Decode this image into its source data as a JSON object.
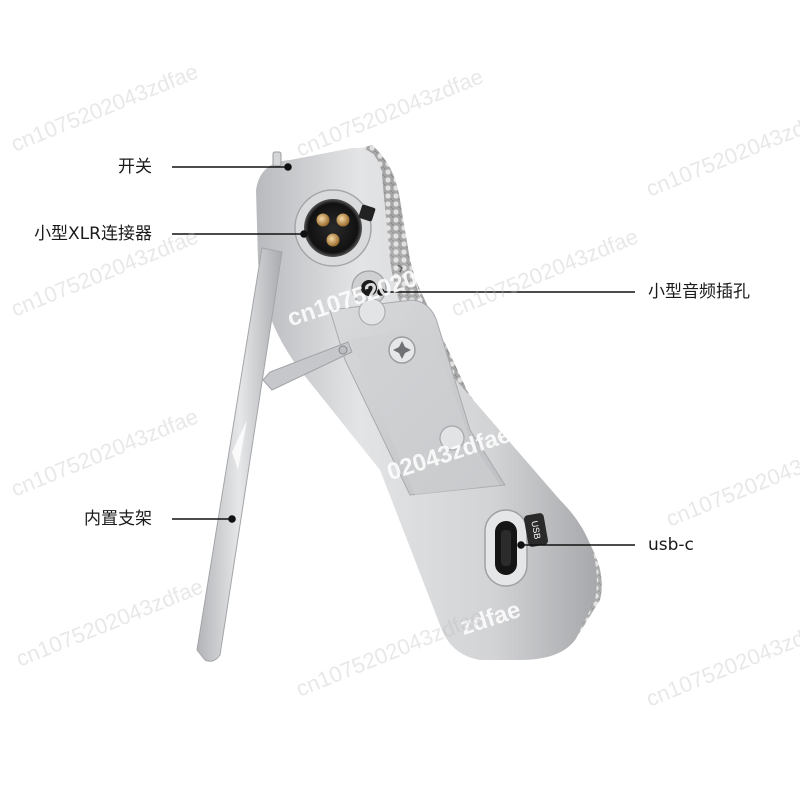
{
  "labels": {
    "switch": "开关",
    "mini_xlr": "小型XLR连接器",
    "built_in_stand": "内置支架",
    "mini_audio_jack": "小型音频插孔",
    "usb_c": "usb-c"
  },
  "port_badge": "USB",
  "watermark": {
    "text_full": "cn1075202043zdfae",
    "text_mid": "02043zdfae",
    "text_tail": "zdfae",
    "text_head": "cn10752020"
  },
  "colors": {
    "label_text": "#1a1a1a",
    "leader_line": "#111111",
    "aluminum": "#c8c9cb",
    "aluminum_dark": "#a9abae",
    "mesh_grille": "#b4b4b4"
  }
}
